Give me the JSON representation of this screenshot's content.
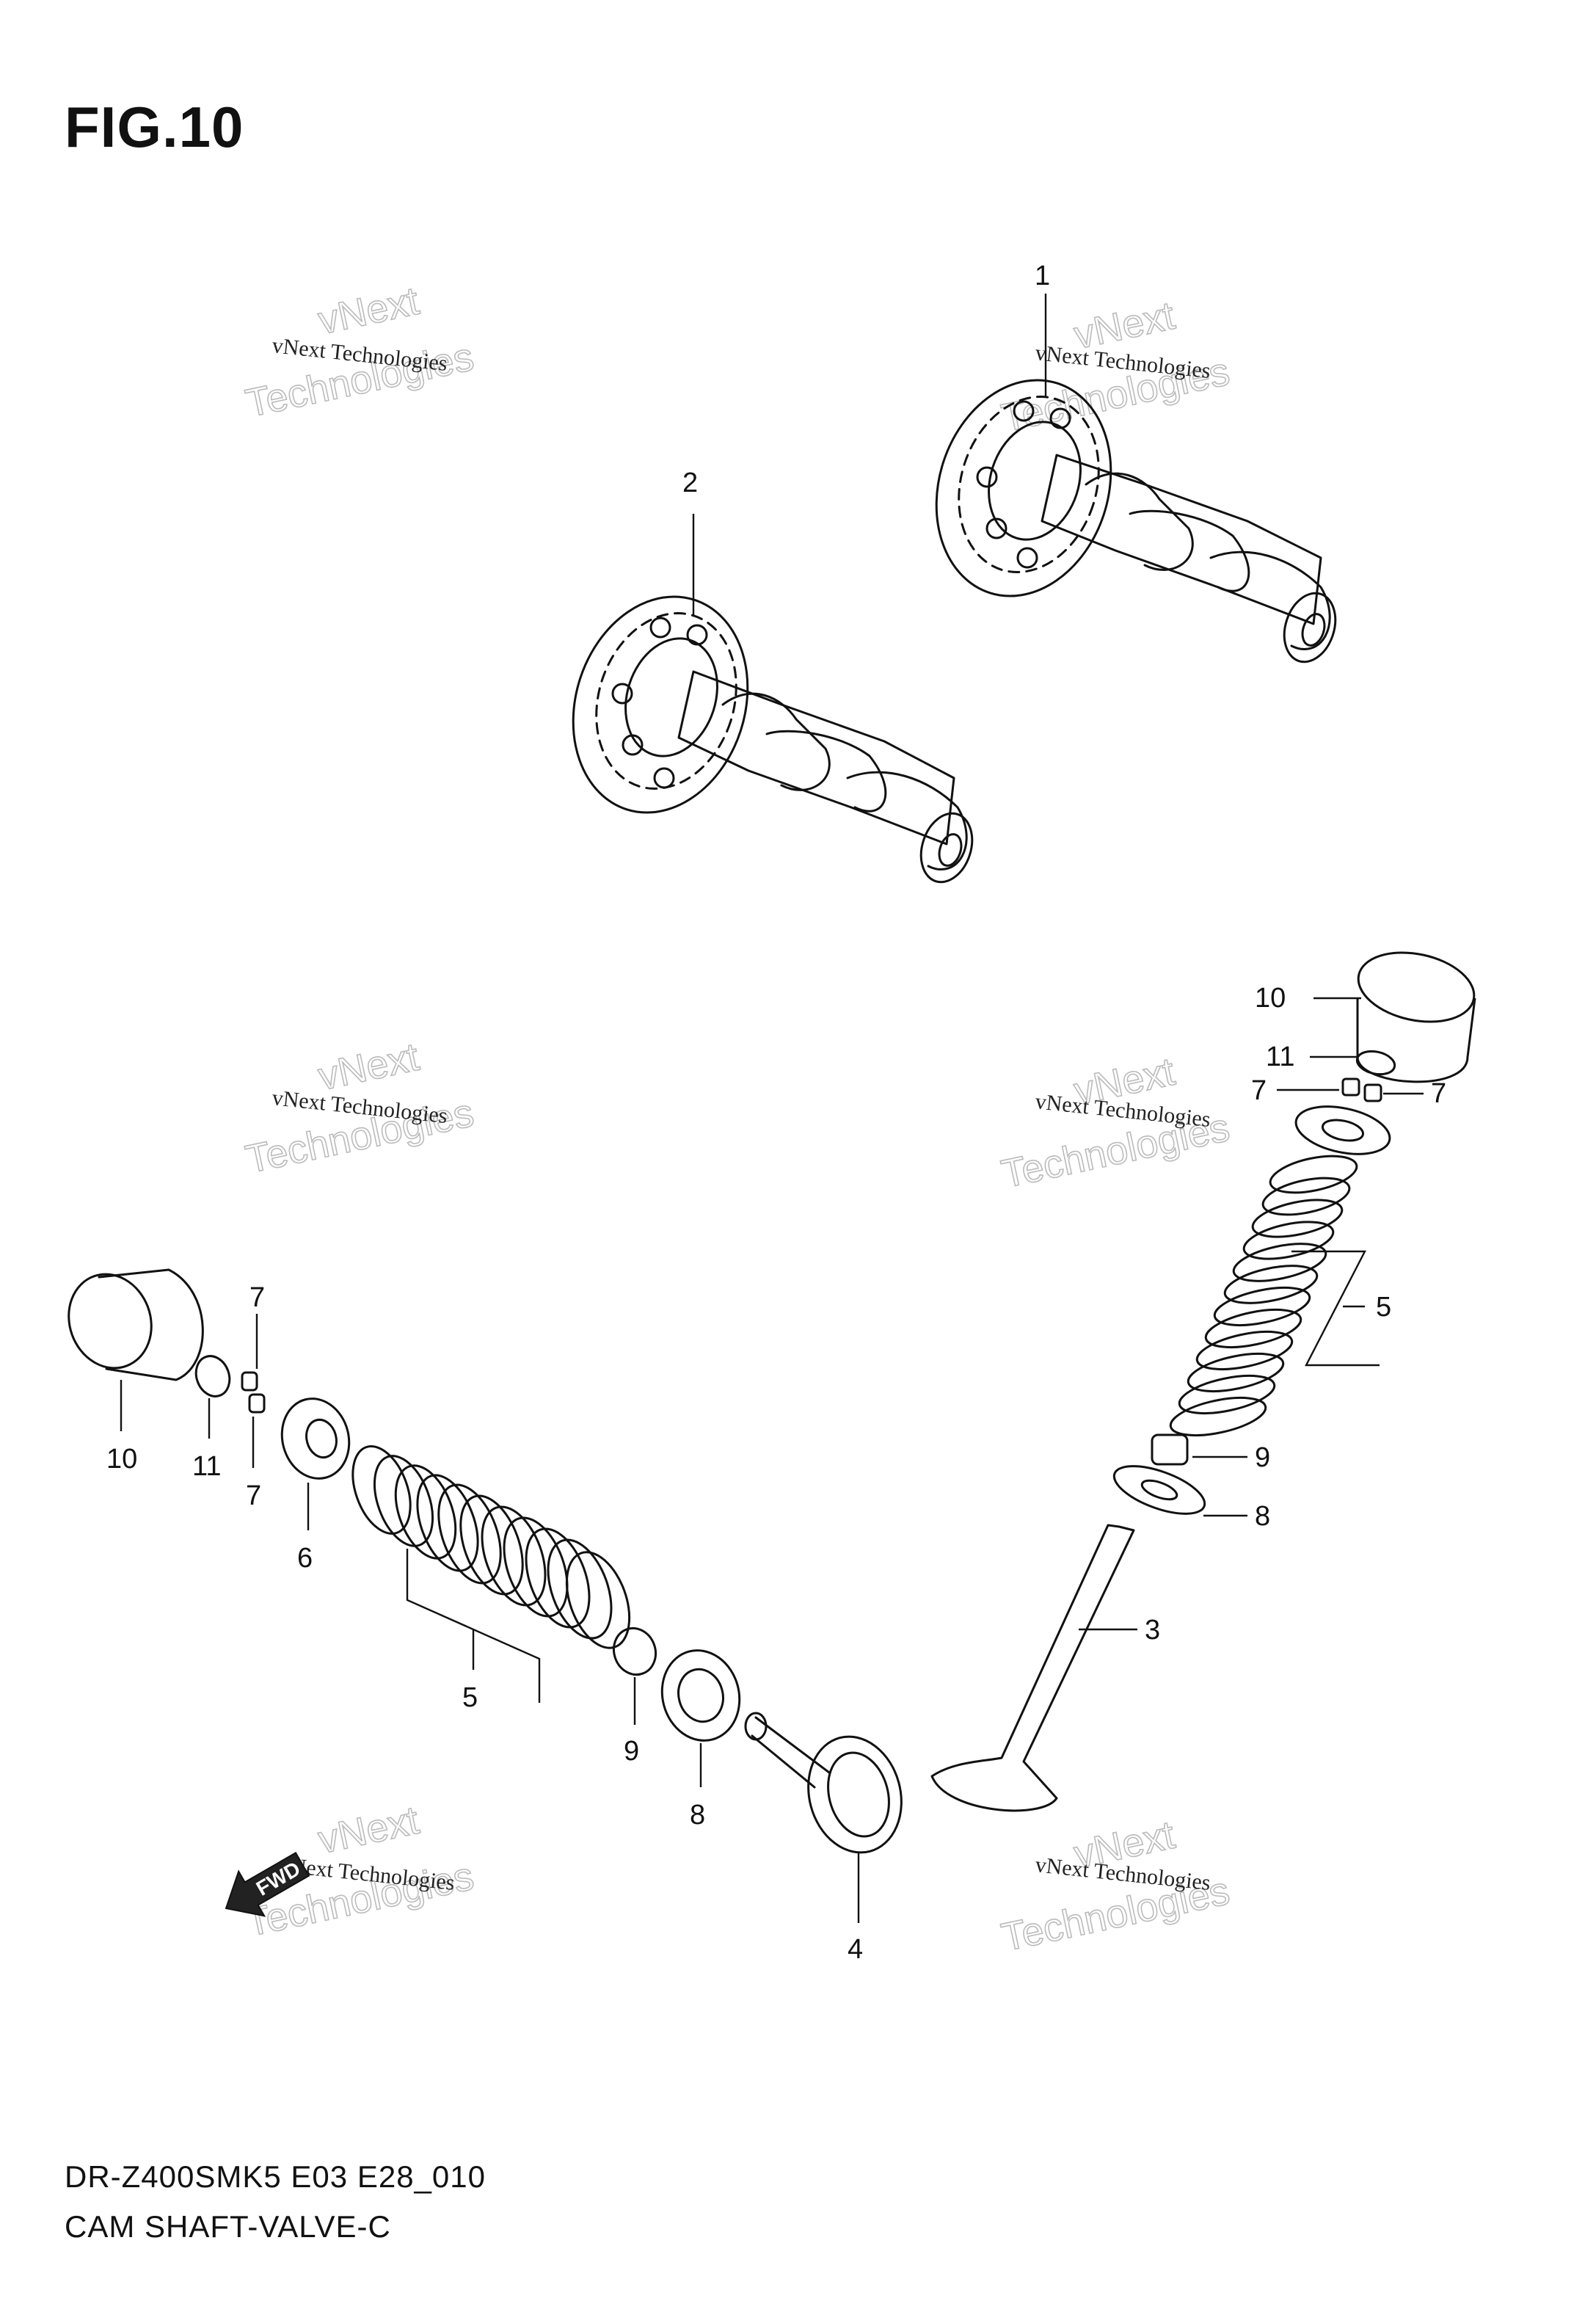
{
  "figure": {
    "title": "FIG.10",
    "model_code": "DR-Z400SMK5 E03 E28_010",
    "section_name": "CAM SHAFT-VALVE-C"
  },
  "watermark": {
    "line1": "vNext Technologies",
    "line2": "Technologies",
    "line3": "vNext"
  },
  "callouts": {
    "p1": "1",
    "p2": "2",
    "p3": "3",
    "p4": "4",
    "p5a": "5",
    "p5b": "5",
    "p6": "6",
    "p7a": "7",
    "p7b": "7",
    "p7c": "7",
    "p7d": "7",
    "p8a": "8",
    "p8b": "8",
    "p9a": "9",
    "p9b": "9",
    "p10a": "10",
    "p10b": "10",
    "p11a": "11",
    "p11b": "11"
  },
  "fwd_label": "FWD"
}
